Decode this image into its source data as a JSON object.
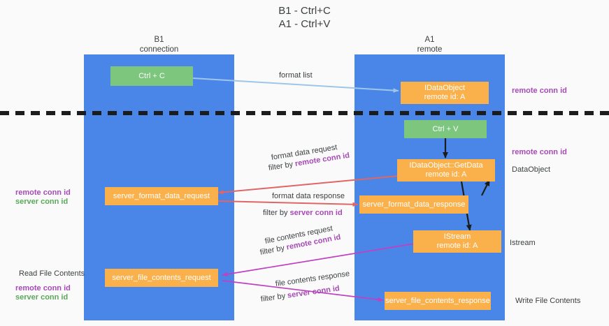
{
  "title": {
    "line1": "B1 - Ctrl+C",
    "line2": "A1 - Ctrl+V"
  },
  "columns": [
    {
      "name": "B1",
      "role": "connection"
    },
    {
      "name": "A1",
      "role": "remote"
    }
  ],
  "nodes": {
    "ctrl_c": {
      "label": "Ctrl + C"
    },
    "idataobject": {
      "line1": "IDataObject",
      "line2": "remote id: A"
    },
    "ctrl_v": {
      "label": "Ctrl + V"
    },
    "getdata": {
      "line1": "IDataObject::GetData",
      "line2": "remote id: A"
    },
    "server_format_data_request": {
      "label": "server_format_data_request"
    },
    "server_format_data_response": {
      "label": "server_format_data_response"
    },
    "istream": {
      "line1": "IStream",
      "line2": "remote id: A"
    },
    "server_file_contents_request": {
      "label": "server_file_contents_request"
    },
    "server_file_contents_response": {
      "label": "server_file_contents_response"
    }
  },
  "edges": {
    "format_list": {
      "label": "format list"
    },
    "format_data_request": {
      "label": "format data request",
      "filter_prefix": "filter by ",
      "filter_key": "remote conn id"
    },
    "format_data_response": {
      "label": "format data response",
      "filter_prefix": "filter by ",
      "filter_key": "server conn id"
    },
    "file_contents_request": {
      "label": "file contents request",
      "filter_prefix": "filter by ",
      "filter_key": "remote conn id"
    },
    "file_contents_response": {
      "label": "file contents response",
      "filter_prefix": "filter by ",
      "filter_key": "server conn id"
    }
  },
  "annotations": {
    "right_remote_conn_top": "remote conn id",
    "right_remote_conn_mid": "remote conn id",
    "right_dataobject": "DataObject",
    "right_istream": "Istream",
    "right_write_file_contents": "Write File Contents",
    "left_remote_conn_id": "remote conn id",
    "left_server_conn_id": "server conn id",
    "left_read_file_contents": "Read File Contents",
    "left_remote_conn_id_2": "remote conn id",
    "left_server_conn_id_2": "server conn id"
  },
  "colors": {
    "lane": "#4a86e8",
    "green_node": "#7dc67d",
    "orange_node": "#fbb14b",
    "purple_text": "#a64ab5",
    "green_text": "#5aa85a",
    "arrow_blue": "#9fc5e8",
    "arrow_red": "#e06666",
    "arrow_magenta": "#c040c0",
    "arrow_black": "#1c1c1c",
    "background": "#fafafa"
  }
}
